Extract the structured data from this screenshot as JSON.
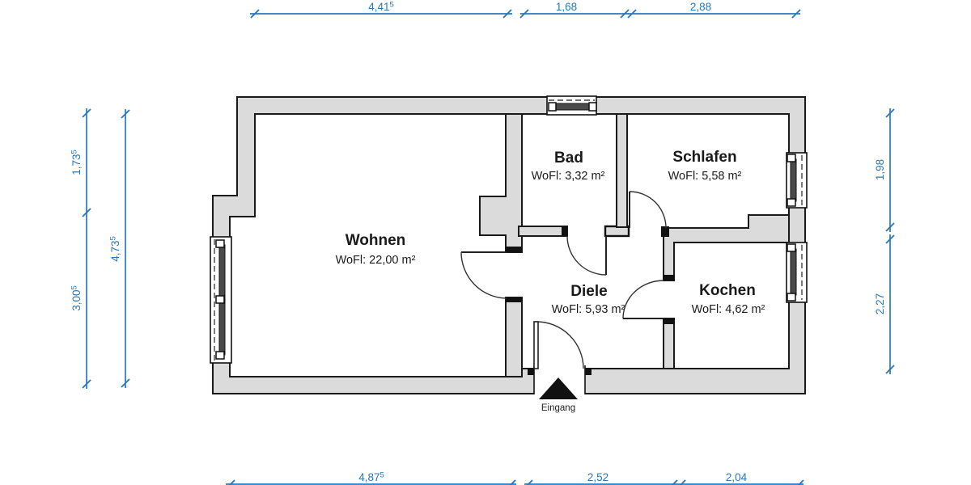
{
  "plan": {
    "rooms": [
      {
        "id": "wohnen",
        "name": "Wohnen",
        "area": "WoFl: 22,00 m²"
      },
      {
        "id": "bad",
        "name": "Bad",
        "area": "WoFl: 3,32 m²"
      },
      {
        "id": "schlafen",
        "name": "Schlafen",
        "area": "WoFl: 5,58 m²"
      },
      {
        "id": "diele",
        "name": "Diele",
        "area": "WoFl: 5,93 m²"
      },
      {
        "id": "kochen",
        "name": "Kochen",
        "area": "WoFl: 4,62 m²"
      }
    ],
    "entrance_label": "Eingang",
    "dimensions": {
      "top": [
        {
          "value": "4,41",
          "sup": "5"
        },
        {
          "value": "1,68",
          "sup": ""
        },
        {
          "value": "2,88",
          "sup": ""
        }
      ],
      "bottom": [
        {
          "value": "4,87",
          "sup": "5"
        },
        {
          "value": "2,52",
          "sup": ""
        },
        {
          "value": "2,04",
          "sup": ""
        }
      ],
      "left": [
        {
          "value": "1,73",
          "sup": "5"
        },
        {
          "value": "3,00",
          "sup": "5"
        },
        {
          "value": "4,73",
          "sup": "5"
        }
      ],
      "right": [
        {
          "value": "1,98",
          "sup": ""
        },
        {
          "value": "2,27",
          "sup": ""
        }
      ]
    },
    "colors": {
      "wall_fill": "#dbdbdb",
      "wall_outline": "#1a1a1a",
      "dimension_blue": "#2878be",
      "glazing_dark": "#4a4a4a",
      "text": "#1a1a1a"
    }
  }
}
